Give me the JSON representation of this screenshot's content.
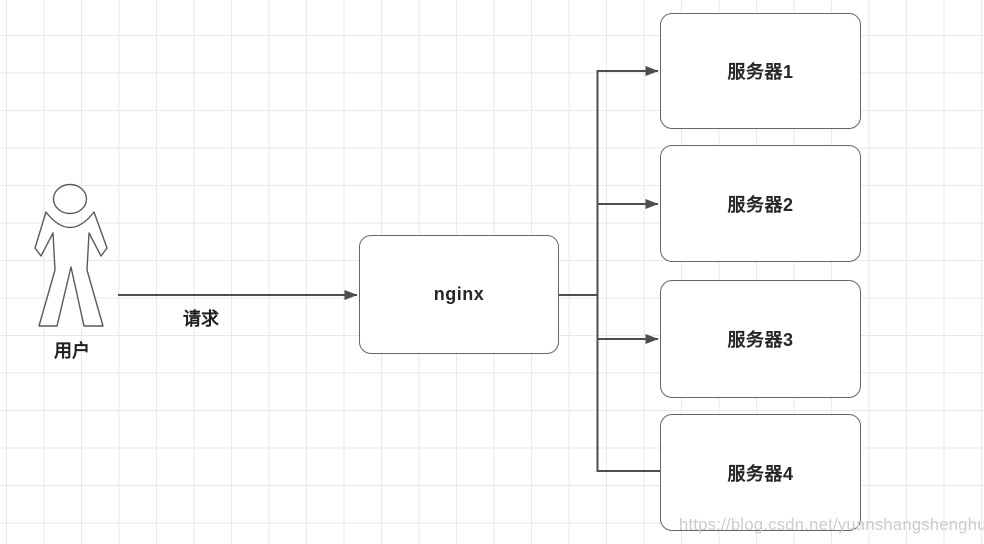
{
  "diagram": {
    "title_hint": "nginx load-balancing diagram",
    "user": {
      "label": "用户"
    },
    "request": {
      "label": "请求"
    },
    "nginx": {
      "label": "nginx"
    },
    "servers": [
      {
        "label": "服务器1"
      },
      {
        "label": "服务器2"
      },
      {
        "label": "服务器3"
      },
      {
        "label": "服务器4"
      }
    ],
    "watermark": {
      "text": "https://blog.csdn.net/yuanshangshenghuo"
    },
    "icons": {
      "person": "person-outline-figure"
    },
    "colors": {
      "background": "#ffffff",
      "grid_line": "#e9e9e9",
      "connector": "#4d4d4d",
      "box_border": "#666666",
      "box_fill": "#ffffff",
      "shape_stroke": "#5a5a5a",
      "text": "#262626",
      "watermark": "#cccccc"
    }
  }
}
